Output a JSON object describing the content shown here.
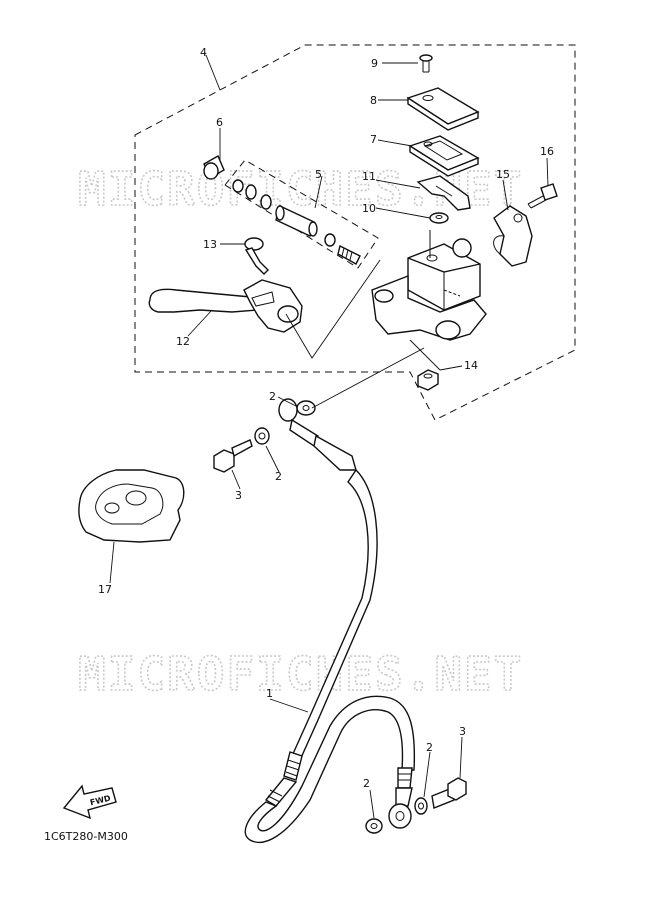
{
  "watermarks": [
    "MICROFICHES.NET",
    "MICROFICHES.NET"
  ],
  "callouts": [
    {
      "id": "c1",
      "text": "1"
    },
    {
      "id": "c2a",
      "text": "2"
    },
    {
      "id": "c2b",
      "text": "2"
    },
    {
      "id": "c2c",
      "text": "2"
    },
    {
      "id": "c2d",
      "text": "2"
    },
    {
      "id": "c3a",
      "text": "3"
    },
    {
      "id": "c3b",
      "text": "3"
    },
    {
      "id": "c4",
      "text": "4"
    },
    {
      "id": "c5",
      "text": "5"
    },
    {
      "id": "c6",
      "text": "6"
    },
    {
      "id": "c7",
      "text": "7"
    },
    {
      "id": "c8",
      "text": "8"
    },
    {
      "id": "c9",
      "text": "9"
    },
    {
      "id": "c10",
      "text": "10"
    },
    {
      "id": "c11",
      "text": "11"
    },
    {
      "id": "c12",
      "text": "12"
    },
    {
      "id": "c13",
      "text": "13"
    },
    {
      "id": "c14",
      "text": "14"
    },
    {
      "id": "c15",
      "text": "15"
    },
    {
      "id": "c16",
      "text": "16"
    },
    {
      "id": "c17",
      "text": "17"
    }
  ],
  "fwd_label": "FWD",
  "diagram_code": "1C6T280-M300"
}
